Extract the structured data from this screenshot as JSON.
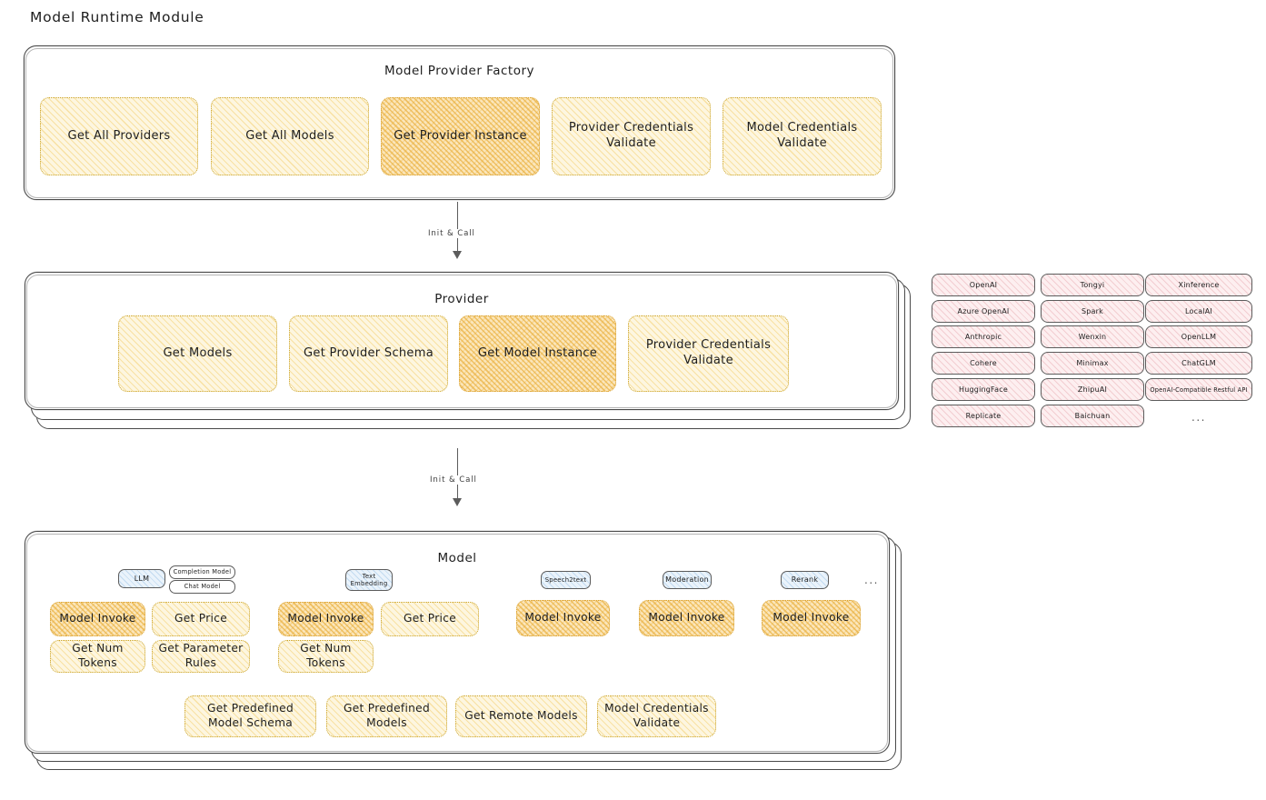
{
  "page": {
    "title": "Model Runtime Module"
  },
  "factory": {
    "title": "Model Provider Factory",
    "methods": [
      {
        "label": "Get All Providers",
        "highlight": false
      },
      {
        "label": "Get All Models",
        "highlight": false
      },
      {
        "label": "Get Provider Instance",
        "highlight": true
      },
      {
        "label": "Provider Credentials Validate",
        "highlight": false
      },
      {
        "label": "Model Credentials Validate",
        "highlight": false
      }
    ]
  },
  "arrow1": {
    "label": "Init & Call"
  },
  "provider": {
    "title": "Provider",
    "methods": [
      {
        "label": "Get Models",
        "highlight": false
      },
      {
        "label": "Get Provider Schema",
        "highlight": false
      },
      {
        "label": "Get Model Instance",
        "highlight": true
      },
      {
        "label": "Provider Credentials Validate",
        "highlight": false
      }
    ]
  },
  "arrow2": {
    "label": "Init & Call"
  },
  "provider_list": {
    "columns": [
      [
        "OpenAI",
        "Azure OpenAI",
        "Anthropic",
        "Cohere",
        "HuggingFace",
        "Replicate"
      ],
      [
        "Tongyi",
        "Spark",
        "Wenxin",
        "Minimax",
        "ZhipuAI",
        "Baichuan"
      ],
      [
        "Xinference",
        "LocalAI",
        "OpenLLM",
        "ChatGLM",
        "OpenAI-Compatible Restful API"
      ]
    ],
    "more": "..."
  },
  "model": {
    "title": "Model",
    "more": "...",
    "types": [
      {
        "name": "LLM",
        "sub_badges": [
          "Completion Model",
          "Chat Model"
        ],
        "methods": [
          {
            "label": "Model Invoke",
            "highlight": true
          },
          {
            "label": "Get Price",
            "highlight": false
          },
          {
            "label": "Get Num Tokens",
            "highlight": false
          },
          {
            "label": "Get Parameter Rules",
            "highlight": false
          }
        ]
      },
      {
        "name": "Text Embedding",
        "sub_badges": [],
        "methods": [
          {
            "label": "Model Invoke",
            "highlight": true
          },
          {
            "label": "Get Price",
            "highlight": false
          },
          {
            "label": "Get Num Tokens",
            "highlight": false
          }
        ]
      },
      {
        "name": "Speech2text",
        "sub_badges": [],
        "methods": [
          {
            "label": "Model Invoke",
            "highlight": true
          }
        ]
      },
      {
        "name": "Moderation",
        "sub_badges": [],
        "methods": [
          {
            "label": "Model Invoke",
            "highlight": true
          }
        ]
      },
      {
        "name": "Rerank",
        "sub_badges": [],
        "methods": [
          {
            "label": "Model Invoke",
            "highlight": true
          }
        ]
      }
    ],
    "common_methods": [
      {
        "label": "Get Predefined Model Schema",
        "highlight": false
      },
      {
        "label": "Get Predefined Models",
        "highlight": false
      },
      {
        "label": "Get Remote Models",
        "highlight": false
      },
      {
        "label": "Model Credentials Validate",
        "highlight": false
      }
    ]
  }
}
